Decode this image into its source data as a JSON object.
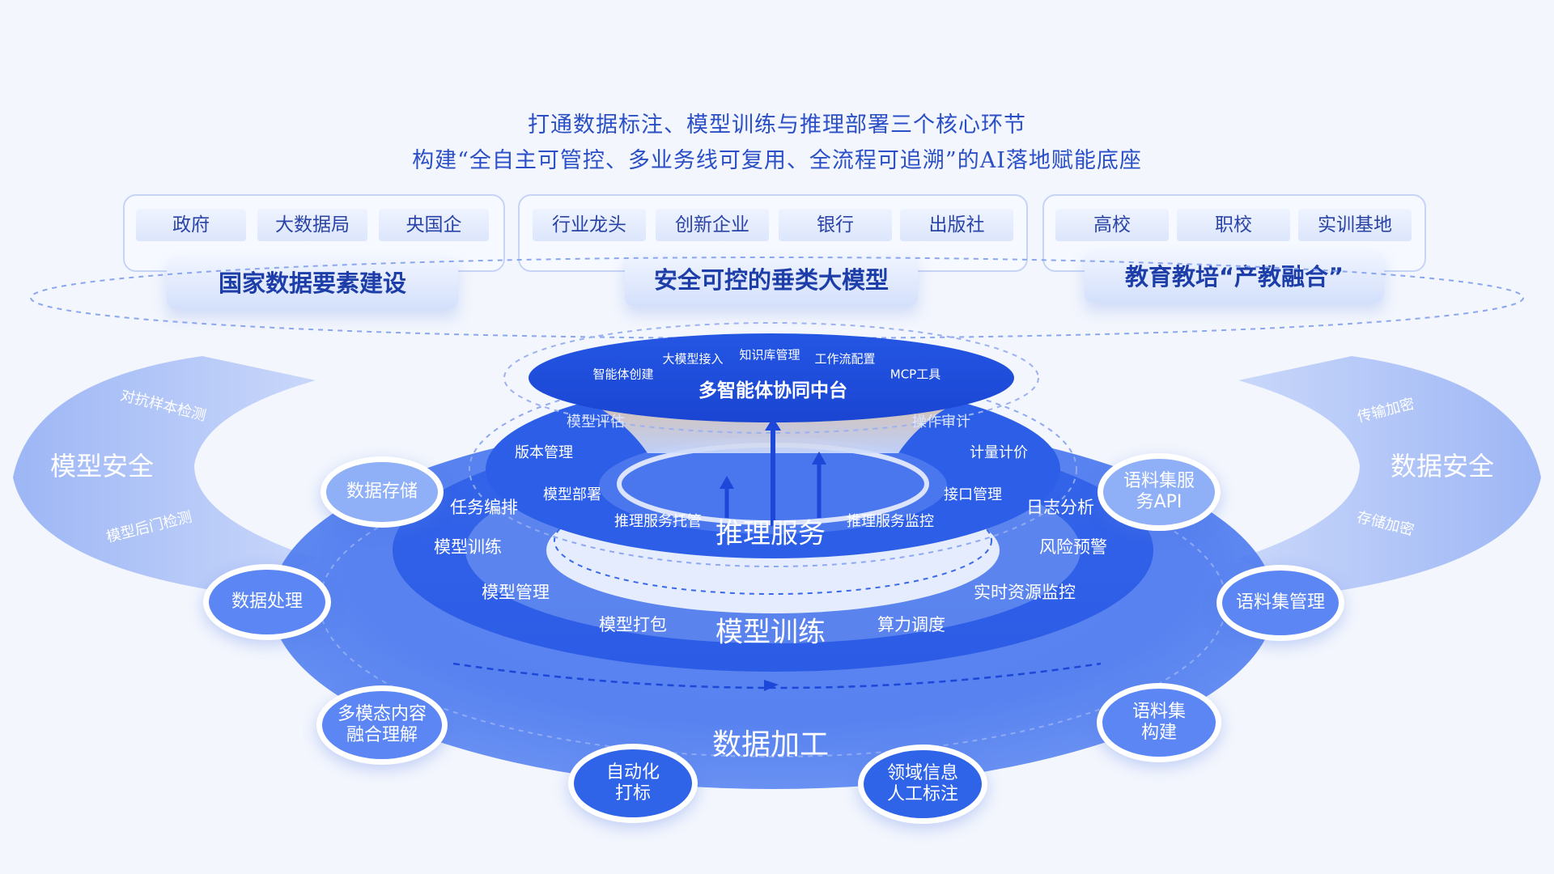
{
  "header": {
    "line1": "打通数据标注、模型训练与推理部署三个核心环节",
    "line2": "构建“全自主可管控、多业务线可复用、全流程可追溯”的AI落地赋能底座"
  },
  "scenarios": {
    "left": {
      "tags": [
        "政府",
        "大数据局",
        "央国企"
      ],
      "title": "国家数据要素建设"
    },
    "middle": {
      "tags": [
        "行业龙头",
        "创新企业",
        "银行",
        "出版社"
      ],
      "title": "安全可控的垂类大模型"
    },
    "right": {
      "tags": [
        "高校",
        "职校",
        "实训基地"
      ],
      "title": "教育教培“产教融合”"
    }
  },
  "top_platform": {
    "title": "多智能体协同中台",
    "items": [
      "智能体创建",
      "大模型接入",
      "知识库管理",
      "工作流配置",
      "MCP工具"
    ]
  },
  "inference": {
    "title": "推理服务",
    "items": [
      "模型评估",
      "操作审计",
      "版本管理",
      "计量计价",
      "模型部署",
      "接口管理",
      "推理服务托管",
      "推理服务监控"
    ]
  },
  "training": {
    "title": "模型训练",
    "items": [
      "任务编排",
      "日志分析",
      "模型训练",
      "风险预警",
      "模型管理",
      "实时资源监控",
      "模型打包",
      "算力调度"
    ]
  },
  "data_processing": {
    "title": "数据加工",
    "nodes": [
      "数据存储",
      "语料集服务API",
      "数据处理",
      "语料集管理",
      "多模态内容融合理解",
      "语料集构建",
      "自动化打标",
      "领域信息人工标注"
    ]
  },
  "model_security": {
    "title": "模型安全",
    "items": [
      "对抗样本检测",
      "模型后门检测"
    ]
  },
  "data_security": {
    "title": "数据安全",
    "items": [
      "传输加密",
      "存储加密"
    ]
  },
  "colors": {
    "primary": "#2f63e8",
    "deep": "#1c47d8",
    "light": "#c7d6fa",
    "gold": "#f1c48a"
  }
}
